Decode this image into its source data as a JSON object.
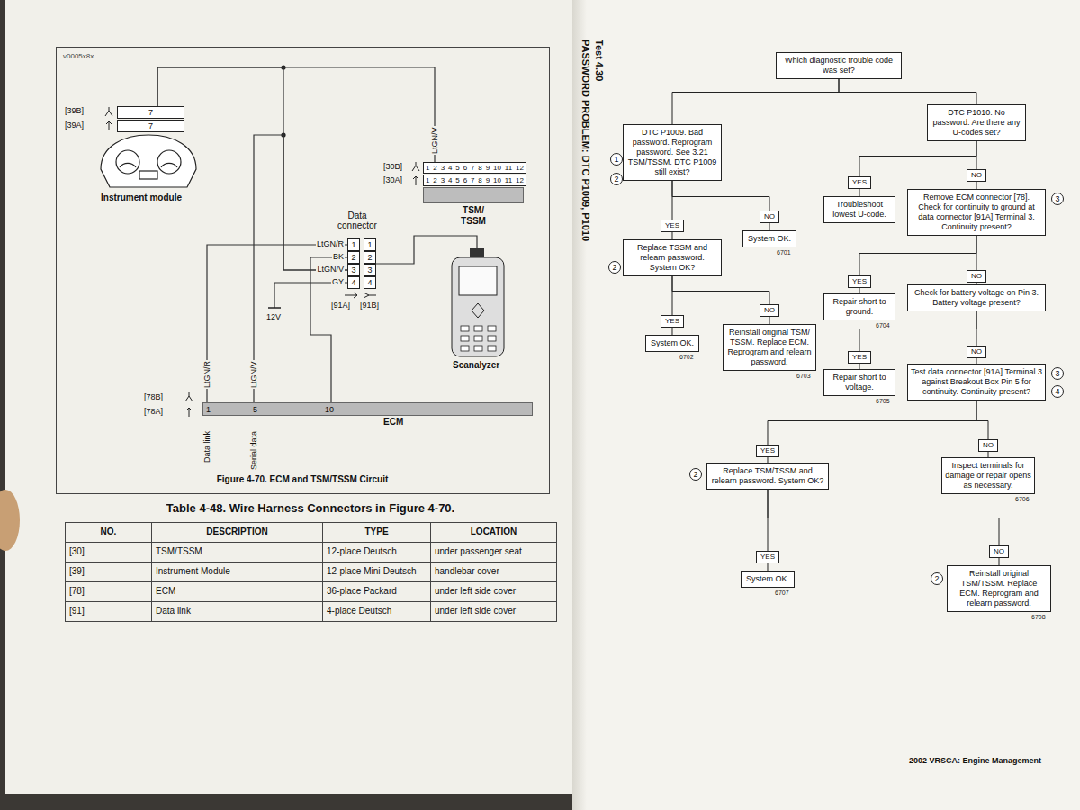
{
  "diagram": {
    "caption": "Figure 4-70. ECM and TSM/TSSM Circuit",
    "nodes": [
      {
        "text": [
          "7"
        ]
      },
      {
        "text": [
          "7"
        ]
      },
      {
        "text": [
          "1",
          "2",
          "3",
          "4",
          "5",
          "6",
          "7",
          "8",
          "9",
          "10",
          "11",
          "12"
        ]
      },
      {
        "text": [
          "1",
          "2",
          "3",
          "4",
          "5",
          "6",
          "7",
          "8",
          "9",
          "10",
          "11",
          "12"
        ]
      },
      {
        "text": [
          "TSM/ TSSM"
        ]
      },
      {
        "text": [
          "1",
          "2",
          "3",
          "4"
        ]
      },
      {
        "text": [
          "1",
          "2",
          "3",
          "4"
        ]
      },
      {
        "text": [
          "1",
          "5",
          "10",
          "ECM"
        ]
      },
      {
        "text": [
          "Which diagnostic trouble code was set?"
        ]
      },
      {
        "text": [
          "DTC P1009. Bad password. Reprogram password. See 3.21 TSM/TSSM. DTC P1009 still exist?"
        ]
      },
      {
        "text": [
          "DTC P1010. No password. Are there any U-codes set?"
        ]
      },
      {
        "text": [
          "YES"
        ]
      },
      {
        "text": [
          "NO"
        ]
      },
      {
        "text": [
          "Replace TSSM and relearn password. System OK?"
        ]
      },
      {
        "text": [
          "System OK."
        ]
      },
      {
        "text": [
          "YES"
        ]
      },
      {
        "text": [
          "NO"
        ]
      },
      {
        "text": [
          "System OK."
        ]
      },
      {
        "text": [
          "Reinstall original TSM/ TSSM. Replace ECM. Reprogram and relearn password."
        ]
      },
      {
        "text": [
          "YES"
        ]
      },
      {
        "text": [
          "NO"
        ]
      },
      {
        "text": [
          "Troubleshoot lowest U-code."
        ]
      },
      {
        "text": [
          "Remove ECM connector [78]. Check for continuity to ground at data connector [91A] Terminal 3. Continuity present?"
        ]
      },
      {
        "text": [
          "YES"
        ]
      },
      {
        "text": [
          "NO"
        ]
      },
      {
        "text": [
          "Repair short to ground."
        ]
      },
      {
        "text": [
          "Check for battery voltage on Pin 3. Battery voltage present?"
        ]
      },
      {
        "text": [
          "YES"
        ]
      },
      {
        "text": [
          "NO"
        ]
      },
      {
        "text": [
          "Repair short to voltage."
        ]
      },
      {
        "text": [
          "Test data connector [91A] Terminal 3 against Breakout Box Pin 5 for continuity. Continuity present?"
        ]
      },
      {
        "text": [
          "YES"
        ]
      },
      {
        "text": [
          "NO"
        ]
      },
      {
        "text": [
          "Replace TSM/TSSM and relearn password. System OK?"
        ]
      },
      {
        "text": [
          "Inspect terminals for damage or repair opens as necessary."
        ]
      },
      {
        "text": [
          "YES"
        ]
      },
      {
        "text": [
          "NO"
        ]
      },
      {
        "text": [
          "System OK."
        ]
      },
      {
        "text": [
          "Reinstall original TSM/TSSM. Replace ECM. Reprogram and relearn password."
        ]
      },
      {
        "text": [
          "1"
        ]
      },
      {
        "text": [
          "2"
        ]
      },
      {
        "text": [
          "2"
        ]
      },
      {
        "text": [
          "3"
        ]
      },
      {
        "text": [
          "3"
        ]
      },
      {
        "text": [
          "4"
        ]
      },
      {
        "text": [
          "2"
        ]
      },
      {
        "text": [
          "2"
        ]
      }
    ],
    "edges": [
      {
        "from": 0,
        "to": 2,
        "arrow": "none"
      },
      {
        "from": 0,
        "to": 5,
        "arrow": "none"
      },
      {
        "from": 7,
        "to": 5,
        "arrow": "none"
      },
      {
        "from": 7,
        "to": 5,
        "arrow": "none"
      },
      {
        "from": 5,
        "to": 7,
        "arrow": "none"
      },
      {
        "from": 8,
        "to": 9,
        "arrow": "none"
      },
      {
        "from": 8,
        "to": 10,
        "arrow": "none"
      },
      {
        "from": 9,
        "to": 11,
        "arrow": "none"
      },
      {
        "from": 9,
        "to": 12,
        "arrow": "none"
      },
      {
        "from": 11,
        "to": 13,
        "arrow": "none"
      },
      {
        "from": 12,
        "to": 14,
        "arrow": "none"
      },
      {
        "from": 13,
        "to": 15,
        "arrow": "none"
      },
      {
        "from": 13,
        "to": 16,
        "arrow": "none"
      },
      {
        "from": 15,
        "to": 17,
        "arrow": "none"
      },
      {
        "from": 16,
        "to": 18,
        "arrow": "none"
      },
      {
        "from": 10,
        "to": 19,
        "arrow": "none"
      },
      {
        "from": 10,
        "to": 20,
        "arrow": "none"
      },
      {
        "from": 19,
        "to": 21,
        "arrow": "none"
      },
      {
        "from": 20,
        "to": 22,
        "arrow": "none"
      },
      {
        "from": 22,
        "to": 23,
        "arrow": "none"
      },
      {
        "from": 22,
        "to": 24,
        "arrow": "none"
      },
      {
        "from": 23,
        "to": 25,
        "arrow": "none"
      },
      {
        "from": 24,
        "to": 26,
        "arrow": "none"
      },
      {
        "from": 26,
        "to": 27,
        "arrow": "none"
      },
      {
        "from": 26,
        "to": 28,
        "arrow": "none"
      },
      {
        "from": 27,
        "to": 29,
        "arrow": "none"
      },
      {
        "from": 28,
        "to": 30,
        "arrow": "none"
      },
      {
        "from": 30,
        "to": 31,
        "arrow": "none"
      },
      {
        "from": 30,
        "to": 32,
        "arrow": "none"
      },
      {
        "from": 31,
        "to": 33,
        "arrow": "none"
      },
      {
        "from": 32,
        "to": 34,
        "arrow": "none"
      },
      {
        "from": 33,
        "to": 35,
        "arrow": "none"
      },
      {
        "from": 33,
        "to": 36,
        "arrow": "none"
      },
      {
        "from": 35,
        "to": 37,
        "arrow": "none"
      },
      {
        "from": 36,
        "to": 38,
        "arrow": "none"
      }
    ],
    "labels": [
      "v0005x8x",
      "[39B]",
      "[39A]",
      "Instrument module",
      "LtGN/V",
      "[30B]",
      "[30A]",
      "Data connector",
      "LtGN/R",
      "BK",
      "LtGN/V",
      "GY",
      "[91A]",
      "[91B]",
      "12V",
      "Scanalyzer",
      "LtGN/R",
      "LtGN/V",
      "[78B]",
      "[78A]",
      "Data link",
      "Serial data",
      "Table 4-48. Wire Harness Connectors in Figure 4-70.",
      "NO.",
      "DESCRIPTION",
      "TYPE",
      "LOCATION",
      "[30]",
      "TSM/TSSM",
      "12-place Deutsch",
      "under passenger seat",
      "[39]",
      "Instrument Module",
      "12-place Mini-Deutsch",
      "handlebar cover",
      "[78]",
      "ECM",
      "36-place Packard",
      "under left side cover",
      "[91]",
      "Data link",
      "4-place Deutsch",
      "under left side cover",
      "Test 4.30",
      "PASSWORD PROBLEM: DTC P1009, P1010",
      "6701",
      "6702",
      "6703",
      "6704",
      "6705",
      "6706",
      "6707",
      "6708",
      "2002 VRSCA: Engine Management"
    ]
  }
}
